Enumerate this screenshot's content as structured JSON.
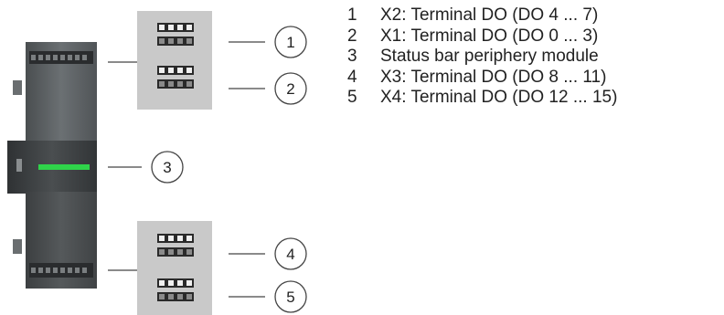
{
  "callouts": [
    {
      "number": "1",
      "text": "X2: Terminal DO (DO 4 ... 7)"
    },
    {
      "number": "2",
      "text": "X1: Terminal DO (DO 0 ... 3)"
    },
    {
      "number": "3",
      "text": "Status bar periphery module"
    },
    {
      "number": "4",
      "text": "X3: Terminal DO (DO 8 ... 11)"
    },
    {
      "number": "5",
      "text": "X4: Terminal DO (DO 12 ... 15)"
    }
  ],
  "colors": {
    "module_body": "#565a5c",
    "module_dark": "#3a3d3f",
    "status_led": "#2fd44a",
    "terminal_block": "#c9c9c9",
    "callout_line": "#444444"
  }
}
